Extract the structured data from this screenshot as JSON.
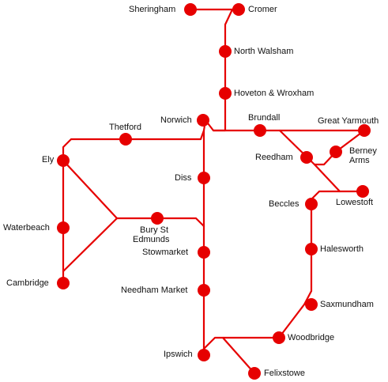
{
  "map": {
    "line_color": "#e60000",
    "station_color": "#e60000",
    "label_color": "#111111",
    "background": "#ffffff"
  },
  "stations": {
    "sheringham": "Sheringham",
    "cromer": "Cromer",
    "north_walsham": "North Walsham",
    "hoveton_wroxham": "Hoveton & Wroxham",
    "norwich": "Norwich",
    "brundall": "Brundall",
    "great_yarmouth": "Great Yarmouth",
    "thetford": "Thetford",
    "ely": "Ely",
    "reedham": "Reedham",
    "berney_arms_1": "Berney",
    "berney_arms_2": "Arms",
    "diss": "Diss",
    "beccles": "Beccles",
    "lowestoft": "Lowestoft",
    "waterbeach": "Waterbeach",
    "bury_1": "Bury St",
    "bury_2": "Edmunds",
    "stowmarket": "Stowmarket",
    "halesworth": "Halesworth",
    "cambridge": "Cambridge",
    "needham_market": "Needham Market",
    "saxmundham": "Saxmundham",
    "woodbridge": "Woodbridge",
    "ipswich": "Ipswich",
    "felixstowe": "Felixstowe"
  }
}
